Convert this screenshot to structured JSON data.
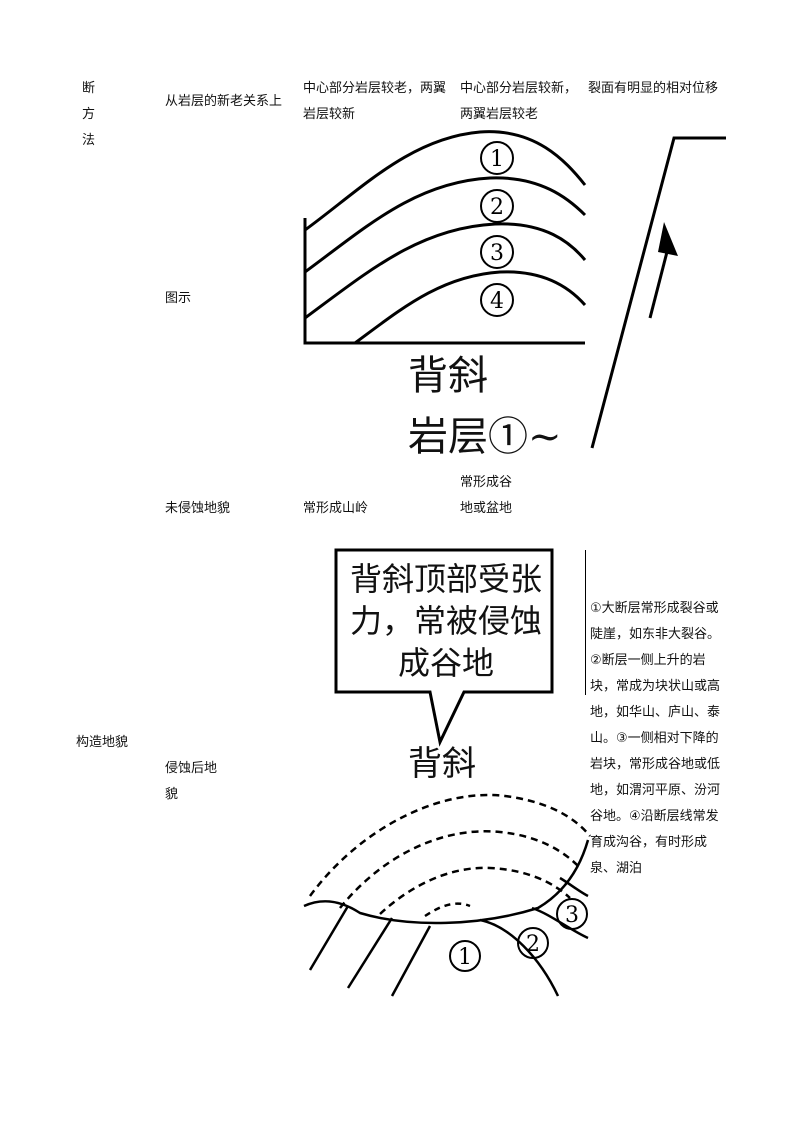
{
  "row_method": {
    "label_chars": [
      "断",
      "方",
      "法"
    ],
    "sub_label": "从岩层的新老关系上",
    "anticline_text": "中心部分岩层较老，两翼岩层较新",
    "syncline_text": "中心部分岩层较新，两翼岩层较老",
    "fault_text": "裂面有明显的相对位移"
  },
  "row_diagram": {
    "sub_label": "图示",
    "layer_numbers": [
      "①",
      "②",
      "③",
      "④"
    ],
    "caption_line1": "背斜",
    "caption_line2": "岩层①~"
  },
  "row_uneroded": {
    "sub_label": "未侵蚀地貌",
    "anticline_text": "常形成山岭",
    "syncline_text": "常形成谷地或盆地"
  },
  "row_landform": {
    "label": "构造地貌",
    "sub_label": "侵蚀后地貌",
    "callout_text": "背斜顶部受张力，常被侵蚀成谷地",
    "diagram_title": "背斜",
    "layer_numbers": [
      "①",
      "②",
      "③"
    ],
    "fault_text": "①大断层常形成裂谷或陡崖，如东非大裂谷。②断层一侧上升的岩块，常成为块状山或高地，如华山、庐山、泰山。③一侧相对下降的岩块，常形成谷地或低地，如渭河平原、汾河谷地。④沿断层线常发育成沟谷，有时形成泉、湖泊"
  }
}
